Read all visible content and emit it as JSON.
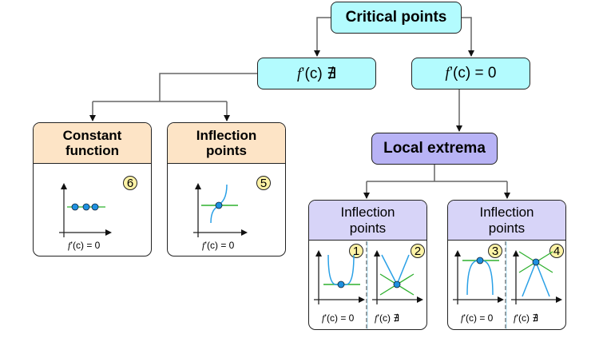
{
  "root": {
    "label": "Critical points"
  },
  "branches": {
    "not_exists": {
      "prefix": "f",
      "suffix": "’(c) ∄"
    },
    "zero": {
      "prefix": "f",
      "suffix": "’(c) = 0"
    }
  },
  "local_extrema": {
    "label": "Local extrema"
  },
  "cards": {
    "constant": {
      "title_line1": "Constant",
      "title_line2": "function",
      "badge": "6",
      "caption_prefix": "f",
      "caption_suffix": "’(c) = 0"
    },
    "inflection_top": {
      "title_line1": "Inflection",
      "title_line2": "points",
      "badge": "5",
      "caption_prefix": "f",
      "caption_suffix": "’(c) = 0"
    },
    "min_card": {
      "title_line1": "Inflection",
      "title_line2": "points",
      "left": {
        "badge": "1",
        "caption_prefix": "f",
        "caption_suffix": "’(c) = 0"
      },
      "right": {
        "badge": "2",
        "caption_prefix": "f",
        "caption_suffix": "’(c) ∄"
      }
    },
    "max_card": {
      "title_line1": "Inflection",
      "title_line2": "points",
      "left": {
        "badge": "3",
        "caption_prefix": "f",
        "caption_suffix": "’(c) = 0"
      },
      "right": {
        "badge": "4",
        "caption_prefix": "f",
        "caption_suffix": "’(c) ∄"
      }
    }
  },
  "colors": {
    "critical_fill": "#b3fbfe",
    "extrema_fill": "#b8b3f5",
    "peach_header": "#fde4c6",
    "lavender_header": "#d7d4f8",
    "badge_fill": "#fdf3a6",
    "curve": "#2aa0e6",
    "tangent": "#2fb02f",
    "point": "#1e90e0"
  }
}
